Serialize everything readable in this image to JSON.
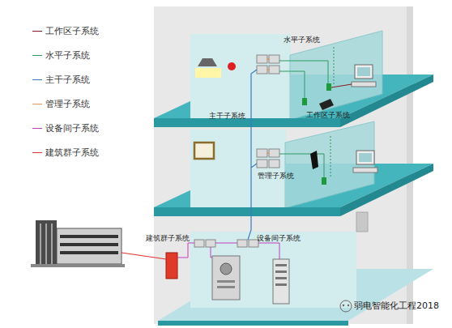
{
  "diagram": {
    "labels": [
      "水平子系统",
      "主干子系统",
      "工作区子系统",
      "管理子系统",
      "建筑群子系统",
      "设备间子系统",
      "弱电智能化工程2018"
    ],
    "legend": [
      {
        "text": "工作区子系统"
      },
      {
        "text": "水平子系统"
      },
      {
        "text": "主干子系统"
      },
      {
        "text": "管理子系统"
      },
      {
        "text": "设备间子系统"
      },
      {
        "text": "建筑群子系统"
      }
    ]
  }
}
